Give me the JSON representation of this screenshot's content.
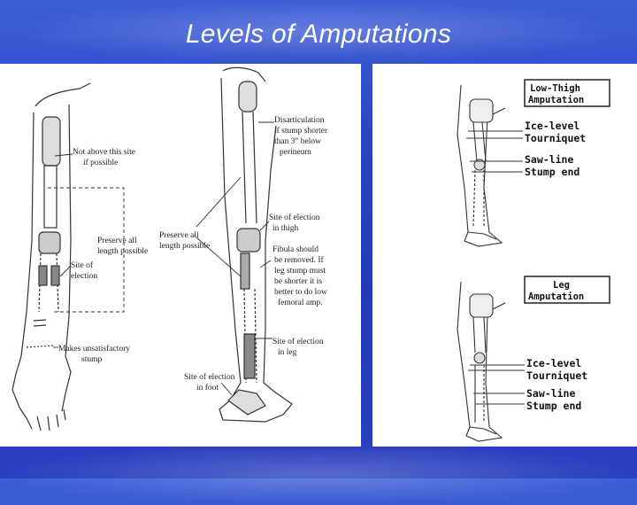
{
  "slide": {
    "title": "Levels of Amputations"
  },
  "left_panel": {
    "arm": {
      "not_above_1": "Not above this site",
      "not_above_2": "if possible",
      "preserve_1": "Preserve all",
      "preserve_2": "length possible",
      "site_1": "Site of",
      "site_2": "election",
      "unsat_1": "Makes unsatisfactory",
      "unsat_2": "stump"
    },
    "leg": {
      "preserve_1": "Preserve all",
      "preserve_2": "length possible",
      "disart_1": "Disarticulation",
      "disart_2": "if stump shorter",
      "disart_3": "than 3\" below",
      "disart_4": "perineum",
      "thigh_1": "Site of election",
      "thigh_2": "in thigh",
      "fibula_1": "Fibula should",
      "fibula_2": "be removed. If",
      "fibula_3": "leg stump must",
      "fibula_4": "be shorter it is",
      "fibula_5": "better to do low",
      "fibula_6": "femoral amp.",
      "legsite_1": "Site of election",
      "legsite_2": "in leg",
      "foot_1": "Site of election",
      "foot_2": "in foot"
    }
  },
  "right_panel": {
    "top": {
      "box_1": "Low-Thigh",
      "box_2": "Amputation",
      "ice_1": "Ice-level",
      "ice_2": "Tourniquet",
      "saw": "Saw-line",
      "stump": "Stump end"
    },
    "bottom": {
      "box_1": "Leg",
      "box_2": "Amputation",
      "ice_1": "Ice-level",
      "ice_2": "Tourniquet",
      "saw": "Saw-line",
      "stump": "Stump end"
    }
  }
}
